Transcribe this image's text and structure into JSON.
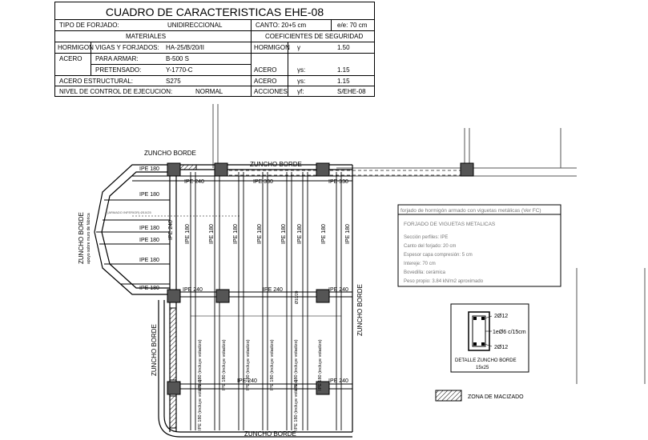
{
  "table": {
    "title": "CUADRO DE CARACTERISTICAS EHE-08",
    "tipo_forjado_label": "TIPO DE FORJADO:",
    "tipo_forjado_value": "UNIDIRECCIONAL",
    "canto": "CANTO:  20+5 cm",
    "intereje": "e/e: 70 cm",
    "materiales": "MATERIALES",
    "coeficientes": "COEFICIENTES  DE  SEGURIDAD",
    "hormigon_label": "HORMIGON",
    "vigas_label": "VIGAS Y FORJADOS:",
    "vigas_value": "HA-25/B/20/II",
    "hormigon_coef_label": "HORMIGON",
    "gamma_c": "γ",
    "gamma_c_value": "1.50",
    "acero_label": "ACERO",
    "para_armar_label": "PARA ARMAR:",
    "para_armar_value": "B-500 S",
    "pretensado_label": "PRETENSADO:",
    "pretensado_value": "Y-1770-C",
    "acero_coef1_label": "ACERO",
    "gamma_s1": "γs:",
    "gamma_s1_value": "1.15",
    "acero_estructural_label": "ACERO ESTRUCTURAL:",
    "acero_estructural_value": "S275",
    "acero_coef2_label": "ACERO",
    "gamma_s2": "γs:",
    "gamma_s2_value": "1.15",
    "nivel_control_label": "NIVEL DE CONTROL DE EJECUCION:",
    "nivel_control_value": "NORMAL",
    "acciones_label": "ACCIONES",
    "gamma_f": "γf:",
    "gamma_f_value": "S/EHE-08"
  },
  "plan": {
    "zuncho_borde": "ZUNCHO BORDE",
    "ipe180": "IPE 180",
    "ipe240": "IPE 240",
    "ipe330": "IPE 330",
    "ipe180_vol": "IPE 180 (incluye voladizo)",
    "zuncho_note": "apoyo sobre muro de fábrica",
    "center_dim": "Ø10/20",
    "left_note": "(ARMADO INFERIOR) Ø10/25"
  },
  "info_box": {
    "title": "forjado de hormigón armado con viguetas metálicas (Ver FC)",
    "subtitle": "FORJADO DE VIGUETAS METALICAS",
    "lines": [
      "Sección perfiles: IPE",
      "Canto del forjado: 20 cm",
      "Espesor capa compresión: 5 cm",
      "Intereje: 70 cm",
      "Bovedilla: cerámica",
      "Peso propio: 3.84 kN/m2 aproximado"
    ]
  },
  "detail": {
    "top_bars": "2Ø12",
    "stirrups": "1eØ6 c/15cm",
    "bottom_bars": "2Ø12",
    "caption1": "DETALLE ZUNCHO BORDE",
    "caption2": "15x25"
  },
  "legend": {
    "zona_macizado": "ZONA DE MACIZADO"
  }
}
